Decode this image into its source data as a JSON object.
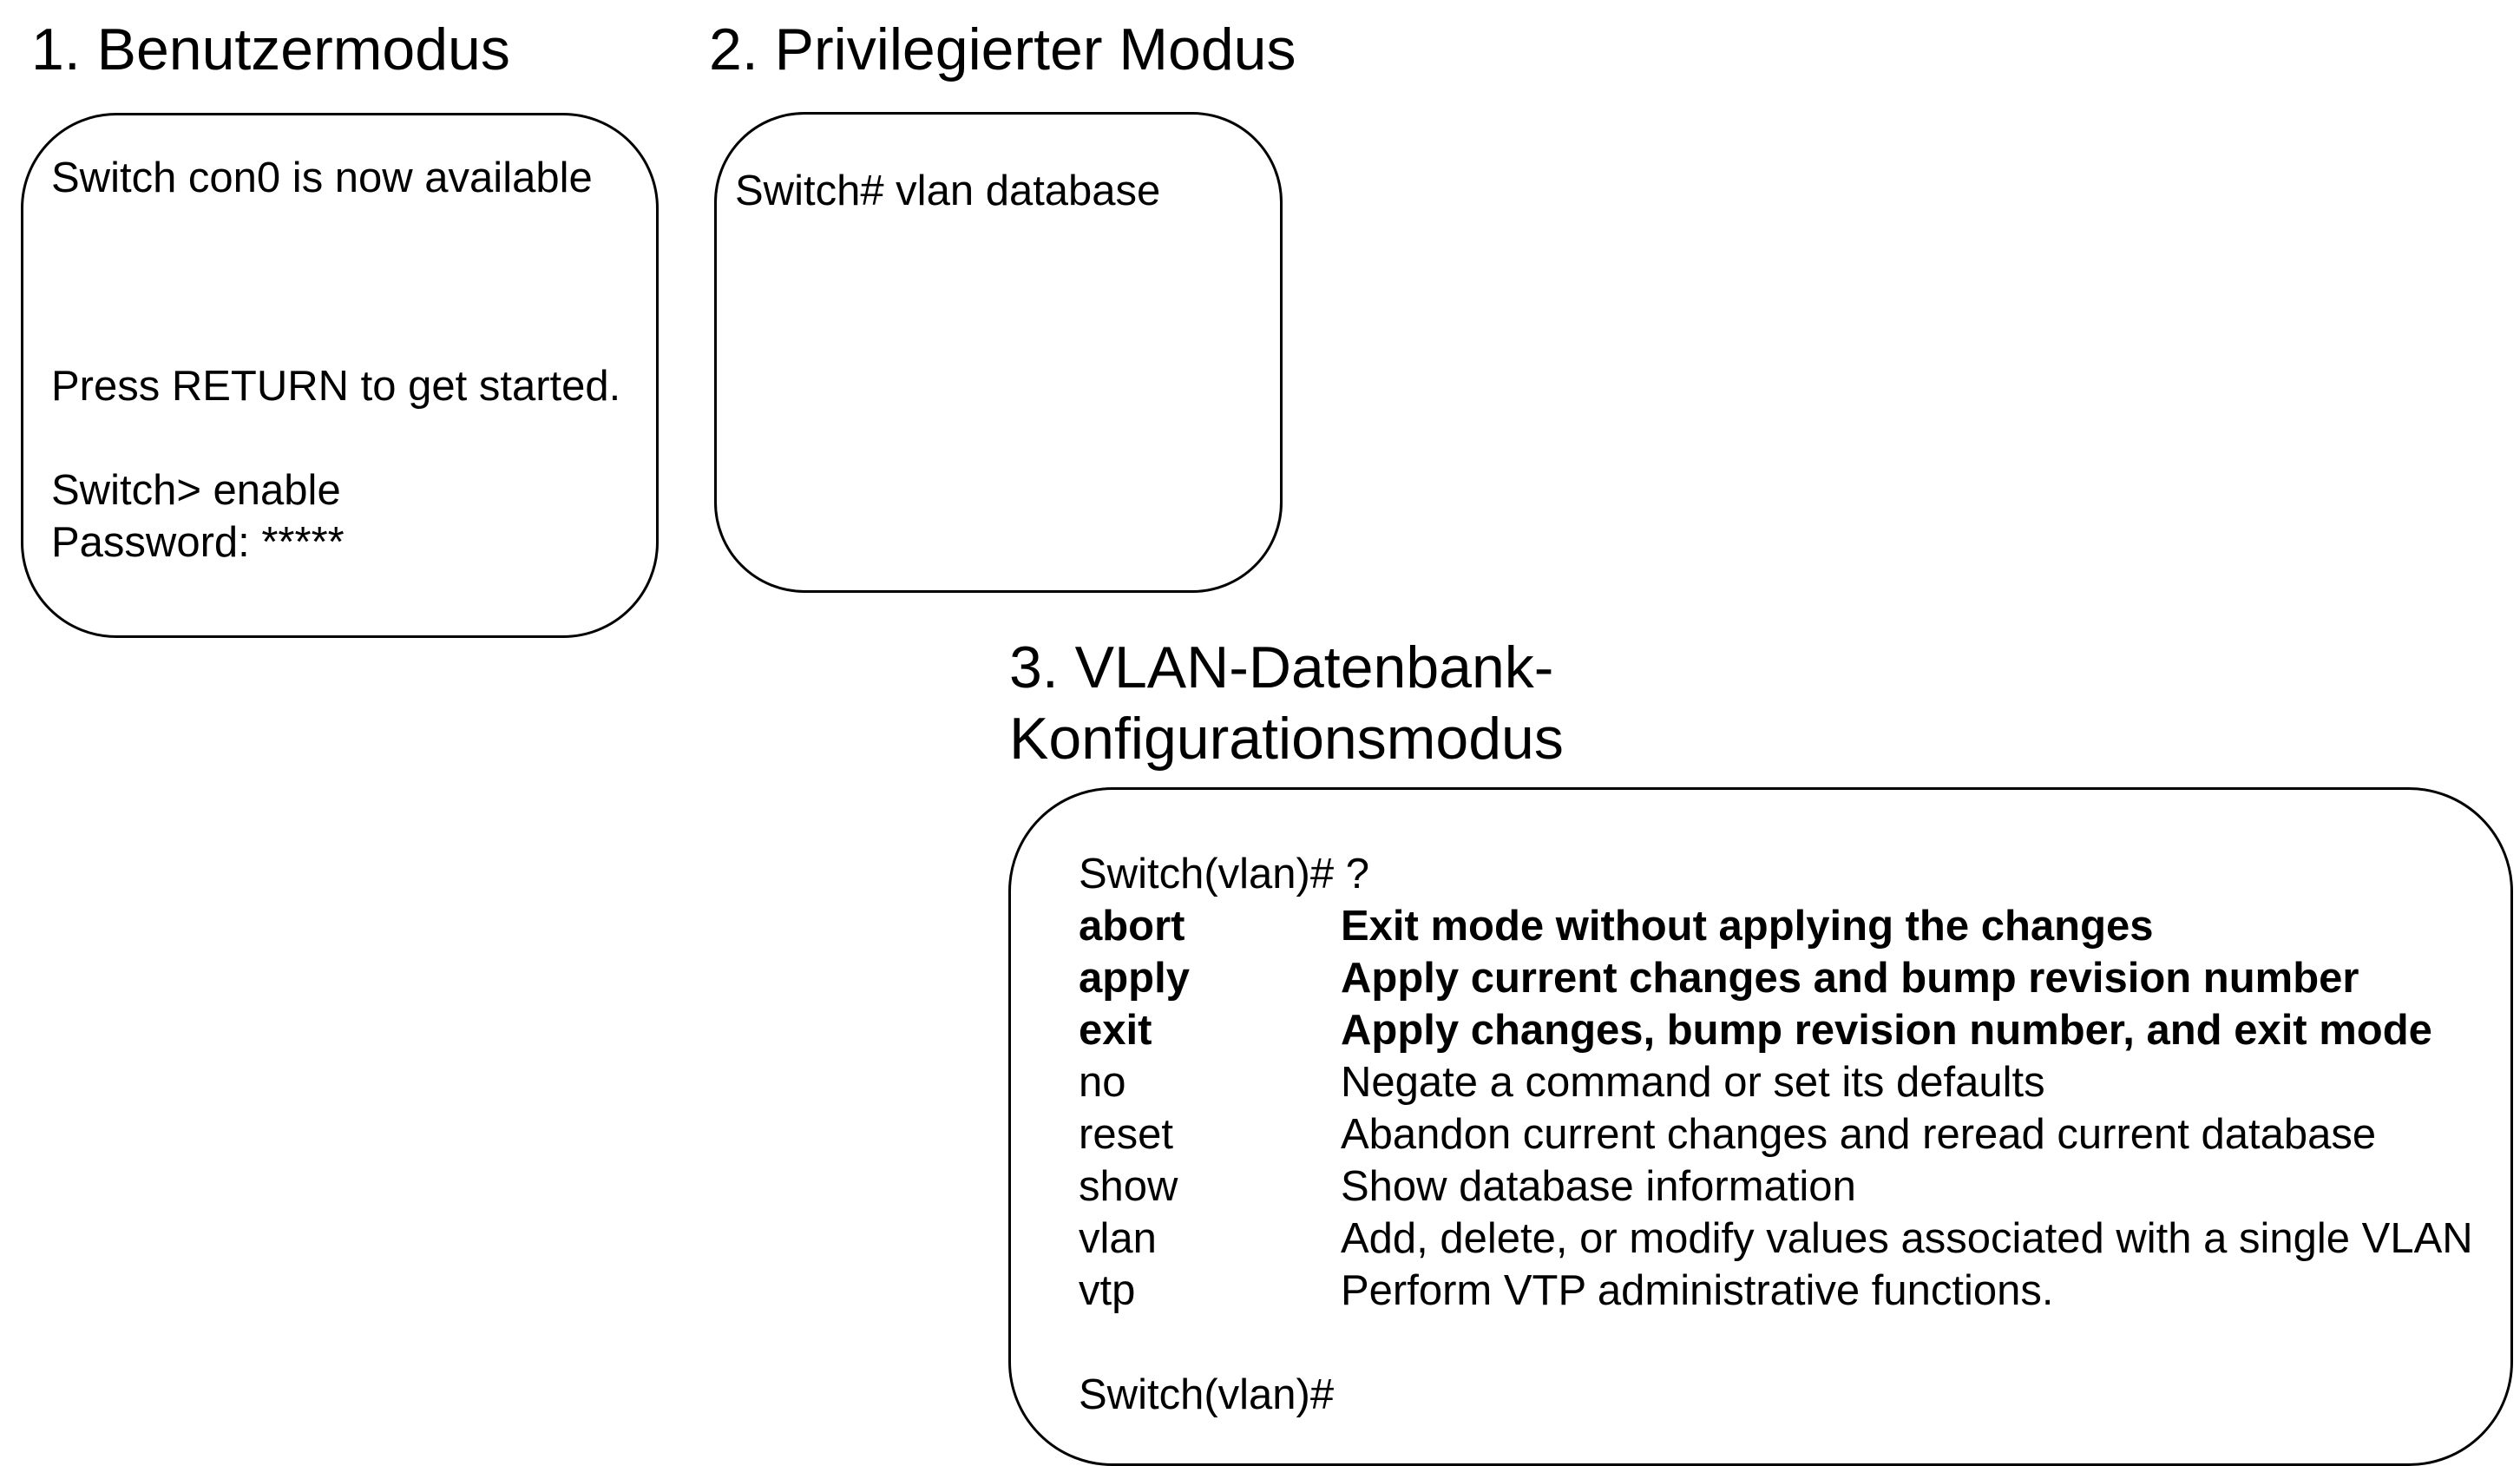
{
  "mode1": {
    "title": "1. Benutzermodus",
    "lines": [
      "Switch con0 is now available",
      "Press RETURN to get started.",
      "Switch> enable",
      "Password: *****"
    ]
  },
  "mode2": {
    "title": "2. Privilegierter Modus",
    "lines": [
      "Switch# vlan database"
    ]
  },
  "mode3": {
    "title_line1": "3. VLAN-Datenbank-",
    "title_line2": "Konfigurationsmodus",
    "prompt_query": "Switch(vlan)# ?",
    "commands": [
      {
        "name": "abort",
        "description": "Exit mode without applying the changes"
      },
      {
        "name": "apply",
        "description": "Apply current changes and bump revision number"
      },
      {
        "name": "exit",
        "description": "Apply changes, bump revision number, and exit mode"
      },
      {
        "name": "no",
        "description": "Negate a command or set its defaults"
      },
      {
        "name": "reset",
        "description": "Abandon current changes and reread current database"
      },
      {
        "name": "show",
        "description": "Show database information"
      },
      {
        "name": "vlan",
        "description": "Add, delete, or modify values associated with a single VLAN"
      },
      {
        "name": "vtp",
        "description": "Perform VTP administrative functions."
      }
    ],
    "prompt_end": "Switch(vlan)#"
  }
}
